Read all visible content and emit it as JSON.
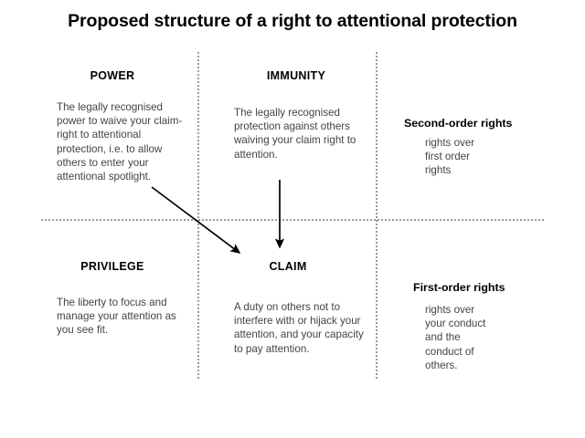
{
  "title": "Proposed structure of a right to attentional protection",
  "quadrants": [
    {
      "key": "power",
      "title": "POWER",
      "body": "The legally recognised power to waive your claim-right to attentional protection, i.e. to allow others to enter your attentional spotlight."
    },
    {
      "key": "immunity",
      "title": "IMMUNITY",
      "body": "The legally recognised protection against others waiving your claim right to attention."
    },
    {
      "key": "privilege",
      "title": "PRIVILEGE",
      "body": "The liberty to focus and manage your attention as you see fit."
    },
    {
      "key": "claim",
      "title": "CLAIM",
      "body": "A duty on others not to interfere with or hijack your attention, and your capacity to pay attention."
    }
  ],
  "orders": [
    {
      "key": "second",
      "title": "Second-order rights",
      "body": "rights over first order rights"
    },
    {
      "key": "first",
      "title": "First-order rights",
      "body": "rights over your conduct and the conduct of others."
    }
  ],
  "arrows": [
    {
      "name": "power-to-claim-arrow",
      "from": "POWER",
      "to": "CLAIM"
    },
    {
      "name": "immunity-to-claim-arrow",
      "from": "IMMUNITY",
      "to": "CLAIM"
    }
  ],
  "colors": {
    "background": "#ffffff",
    "title_text": "#000000",
    "heading_text": "#000000",
    "body_text": "#444444",
    "divider": "#9a9a9a",
    "arrow": "#000000"
  }
}
